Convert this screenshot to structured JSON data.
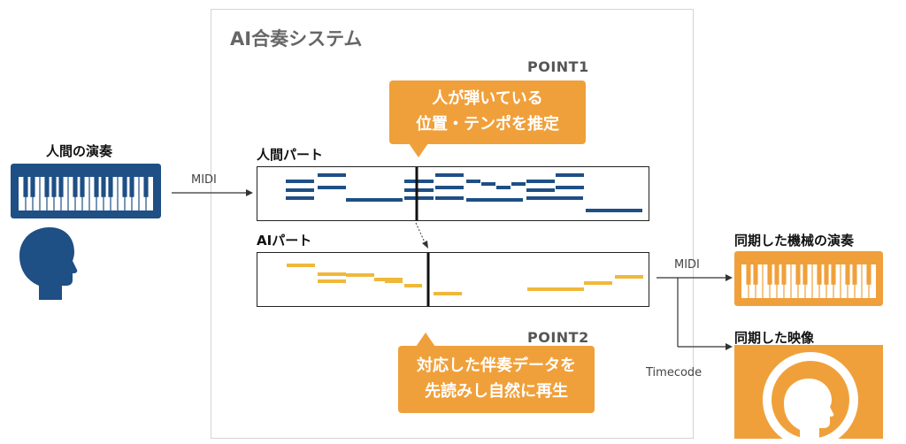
{
  "system": {
    "title": "AI合奏システム",
    "point1_label": "POINT1",
    "point1_callout_line1": "人が弾いている",
    "point1_callout_line2": "位置・テンポを推定",
    "point2_label": "POINT2",
    "point2_callout_line1": "対応した伴奏データを",
    "point2_callout_line2": "先読みし自然に再生"
  },
  "human": {
    "title": "人間の演奏",
    "part_label": "人間パート",
    "color": "#1e4f85"
  },
  "ai": {
    "part_label": "AIパート",
    "color": "#f0b83a"
  },
  "connections": {
    "midi_in": "MIDI",
    "midi_out": "MIDI",
    "timecode": "Timecode"
  },
  "outputs": {
    "machine_title": "同期した機械の演奏",
    "video_title": "同期した映像",
    "color": "#f0a03a"
  }
}
